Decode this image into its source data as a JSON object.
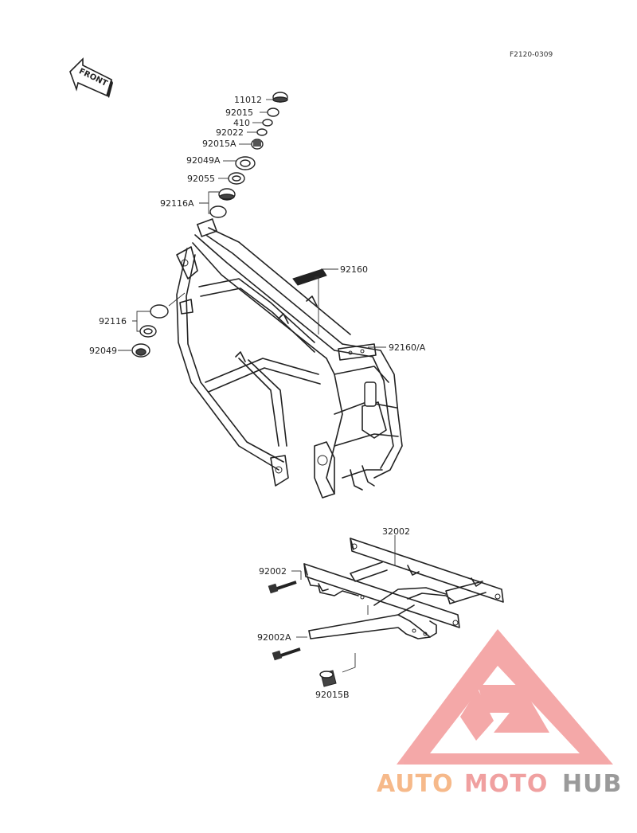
{
  "reference_code": "F2120-0309",
  "front_label": "FRONT",
  "watermark": {
    "text_a": "AUTO",
    "text_b": "MOTO",
    "text_c": "HUB",
    "color_a": "#f6b98a",
    "color_b": "#f0a0a0",
    "color_c": "#9a9a9a",
    "logo_color": "#f39a9a"
  },
  "callouts": {
    "p11012": "11012",
    "p92015": "92015",
    "p410": "410",
    "p92022": "92022",
    "p92015a": "92015A",
    "p92049a": "92049A",
    "p92055": "92055",
    "p92116a": "92116A",
    "p92160": "92160",
    "p92116": "92116",
    "p92049": "92049",
    "p92160a": "92160/A",
    "p32002": "32002",
    "p92002": "92002",
    "p92002a": "92002A",
    "p92015b": "92015B"
  }
}
